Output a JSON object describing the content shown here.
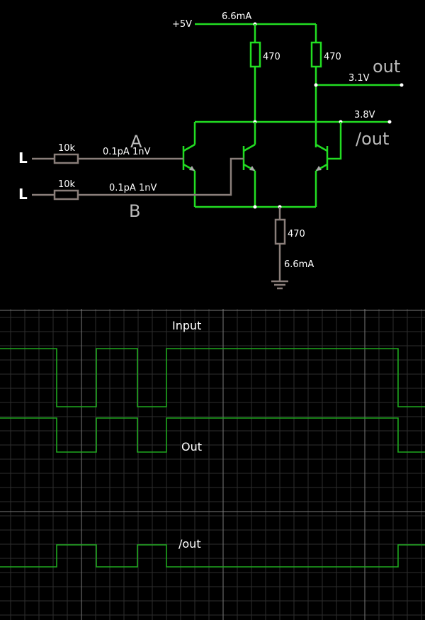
{
  "circuit": {
    "supply_label": "+5V",
    "supply_current": "6.6mA",
    "collector_resistor_a": "470",
    "collector_resistor_b": "470",
    "emitter_resistor": "470",
    "tail_current": "6.6mA",
    "out_voltage": "3.1V",
    "out_label": "out",
    "nout_voltage": "3.8V",
    "nout_label": "/out",
    "input_a": {
      "state": "L",
      "resistor": "10k",
      "reading": "0.1pA 1nV",
      "name": "A"
    },
    "input_b": {
      "state": "L",
      "resistor": "10k",
      "reading": "0.1pA 1nV",
      "name": "B"
    }
  },
  "scope": {
    "grid": true,
    "traces": [
      {
        "name": "Input",
        "color": "#1fa81f",
        "levels": [
          [
            0,
            1
          ],
          [
            80,
            0
          ],
          [
            136,
            1
          ],
          [
            194,
            0
          ],
          [
            235,
            1
          ],
          [
            562,
            0
          ]
        ]
      },
      {
        "name": "Out",
        "color": "#1fa81f",
        "levels": [
          [
            0,
            1
          ],
          [
            80,
            0
          ],
          [
            136,
            1
          ],
          [
            194,
            0
          ],
          [
            235,
            1
          ],
          [
            562,
            0
          ]
        ]
      },
      {
        "name": "/out",
        "color": "#1fa81f",
        "levels": [
          [
            0,
            0
          ],
          [
            80,
            1
          ],
          [
            136,
            0
          ],
          [
            194,
            1
          ],
          [
            235,
            0
          ],
          [
            562,
            1
          ]
        ]
      }
    ]
  },
  "colors": {
    "active_wire": "#22dd22",
    "inactive_wire": "#8a7e7a",
    "trace": "#1fa81f",
    "grid": "#2e2e2e",
    "grid_major": "#7a7a7a"
  }
}
